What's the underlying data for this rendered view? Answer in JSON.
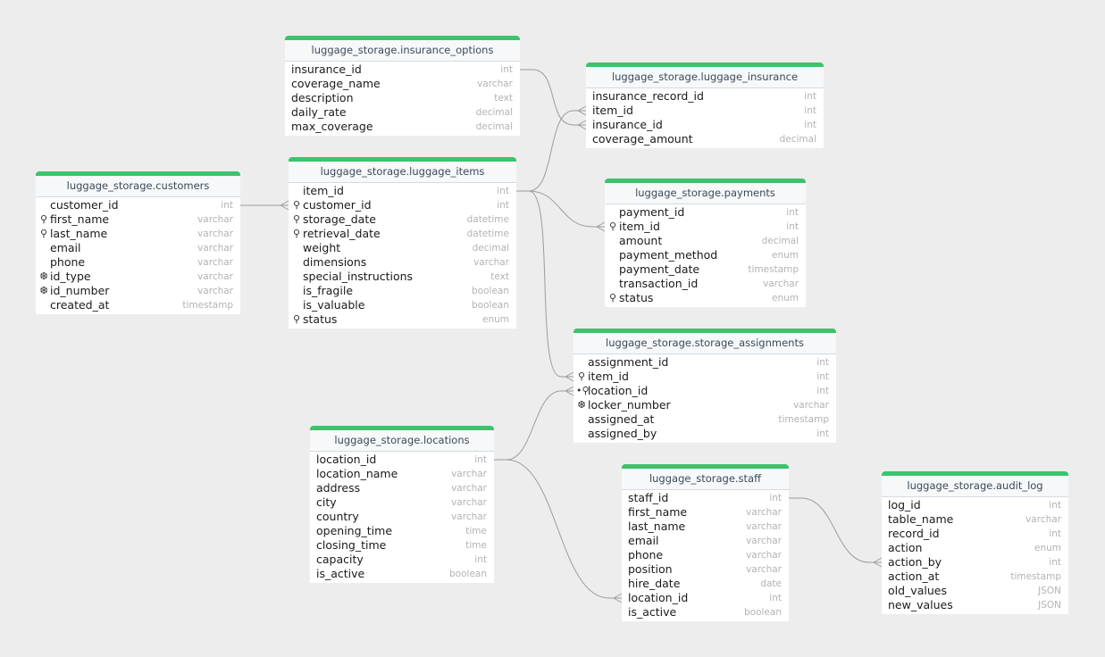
{
  "tables": [
    {
      "id": "insurance_options",
      "name": "luggage_storage.insurance_options",
      "columns": [
        {
          "name": "insurance_id",
          "type": "int",
          "key": ""
        },
        {
          "name": "coverage_name",
          "type": "varchar",
          "key": ""
        },
        {
          "name": "description",
          "type": "text",
          "key": ""
        },
        {
          "name": "daily_rate",
          "type": "decimal",
          "key": ""
        },
        {
          "name": "max_coverage",
          "type": "decimal",
          "key": ""
        }
      ]
    },
    {
      "id": "luggage_insurance",
      "name": "luggage_storage.luggage_insurance",
      "columns": [
        {
          "name": "insurance_record_id",
          "type": "int",
          "key": ""
        },
        {
          "name": "item_id",
          "type": "int",
          "key": ""
        },
        {
          "name": "insurance_id",
          "type": "int",
          "key": ""
        },
        {
          "name": "coverage_amount",
          "type": "decimal",
          "key": ""
        }
      ]
    },
    {
      "id": "customers",
      "name": "luggage_storage.customers",
      "columns": [
        {
          "name": "customer_id",
          "type": "int",
          "key": ""
        },
        {
          "name": "first_name",
          "type": "varchar",
          "key": "index"
        },
        {
          "name": "last_name",
          "type": "varchar",
          "key": "index"
        },
        {
          "name": "email",
          "type": "varchar",
          "key": ""
        },
        {
          "name": "phone",
          "type": "varchar",
          "key": ""
        },
        {
          "name": "id_type",
          "type": "varchar",
          "key": "unique"
        },
        {
          "name": "id_number",
          "type": "varchar",
          "key": "unique"
        },
        {
          "name": "created_at",
          "type": "timestamp",
          "key": ""
        }
      ]
    },
    {
      "id": "luggage_items",
      "name": "luggage_storage.luggage_items",
      "columns": [
        {
          "name": "item_id",
          "type": "int",
          "key": ""
        },
        {
          "name": "customer_id",
          "type": "int",
          "key": "index"
        },
        {
          "name": "storage_date",
          "type": "datetime",
          "key": "index"
        },
        {
          "name": "retrieval_date",
          "type": "datetime",
          "key": "index"
        },
        {
          "name": "weight",
          "type": "decimal",
          "key": ""
        },
        {
          "name": "dimensions",
          "type": "varchar",
          "key": ""
        },
        {
          "name": "special_instructions",
          "type": "text",
          "key": ""
        },
        {
          "name": "is_fragile",
          "type": "boolean",
          "key": ""
        },
        {
          "name": "is_valuable",
          "type": "boolean",
          "key": ""
        },
        {
          "name": "status",
          "type": "enum",
          "key": "index"
        }
      ]
    },
    {
      "id": "payments",
      "name": "luggage_storage.payments",
      "columns": [
        {
          "name": "payment_id",
          "type": "int",
          "key": ""
        },
        {
          "name": "item_id",
          "type": "int",
          "key": "index"
        },
        {
          "name": "amount",
          "type": "decimal",
          "key": ""
        },
        {
          "name": "payment_method",
          "type": "enum",
          "key": ""
        },
        {
          "name": "payment_date",
          "type": "timestamp",
          "key": ""
        },
        {
          "name": "transaction_id",
          "type": "varchar",
          "key": ""
        },
        {
          "name": "status",
          "type": "enum",
          "key": "index"
        }
      ]
    },
    {
      "id": "storage_assignments",
      "name": "luggage_storage.storage_assignments",
      "columns": [
        {
          "name": "assignment_id",
          "type": "int",
          "key": ""
        },
        {
          "name": "item_id",
          "type": "int",
          "key": "index"
        },
        {
          "name": "location_id",
          "type": "int",
          "key": "multi"
        },
        {
          "name": "locker_number",
          "type": "varchar",
          "key": "unique"
        },
        {
          "name": "assigned_at",
          "type": "timestamp",
          "key": ""
        },
        {
          "name": "assigned_by",
          "type": "int",
          "key": ""
        }
      ]
    },
    {
      "id": "locations",
      "name": "luggage_storage.locations",
      "columns": [
        {
          "name": "location_id",
          "type": "int",
          "key": ""
        },
        {
          "name": "location_name",
          "type": "varchar",
          "key": ""
        },
        {
          "name": "address",
          "type": "varchar",
          "key": ""
        },
        {
          "name": "city",
          "type": "varchar",
          "key": ""
        },
        {
          "name": "country",
          "type": "varchar",
          "key": ""
        },
        {
          "name": "opening_time",
          "type": "time",
          "key": ""
        },
        {
          "name": "closing_time",
          "type": "time",
          "key": ""
        },
        {
          "name": "capacity",
          "type": "int",
          "key": ""
        },
        {
          "name": "is_active",
          "type": "boolean",
          "key": ""
        }
      ]
    },
    {
      "id": "staff",
      "name": "luggage_storage.staff",
      "columns": [
        {
          "name": "staff_id",
          "type": "int",
          "key": ""
        },
        {
          "name": "first_name",
          "type": "varchar",
          "key": ""
        },
        {
          "name": "last_name",
          "type": "varchar",
          "key": ""
        },
        {
          "name": "email",
          "type": "varchar",
          "key": ""
        },
        {
          "name": "phone",
          "type": "varchar",
          "key": ""
        },
        {
          "name": "position",
          "type": "varchar",
          "key": ""
        },
        {
          "name": "hire_date",
          "type": "date",
          "key": ""
        },
        {
          "name": "location_id",
          "type": "int",
          "key": ""
        },
        {
          "name": "is_active",
          "type": "boolean",
          "key": ""
        }
      ]
    },
    {
      "id": "audit_log",
      "name": "luggage_storage.audit_log",
      "columns": [
        {
          "name": "log_id",
          "type": "int",
          "key": ""
        },
        {
          "name": "table_name",
          "type": "varchar",
          "key": ""
        },
        {
          "name": "record_id",
          "type": "int",
          "key": ""
        },
        {
          "name": "action",
          "type": "enum",
          "key": ""
        },
        {
          "name": "action_by",
          "type": "int",
          "key": ""
        },
        {
          "name": "action_at",
          "type": "timestamp",
          "key": ""
        },
        {
          "name": "old_values",
          "type": "JSON",
          "key": ""
        },
        {
          "name": "new_values",
          "type": "JSON",
          "key": ""
        }
      ]
    }
  ],
  "relationships": [
    {
      "from": "insurance_options.insurance_id",
      "to": "luggage_insurance.insurance_id",
      "cardinality": "one-to-many"
    },
    {
      "from": "luggage_items.item_id",
      "to": "luggage_insurance.item_id",
      "cardinality": "one-to-many"
    },
    {
      "from": "customers.customer_id",
      "to": "luggage_items.customer_id",
      "cardinality": "one-to-many"
    },
    {
      "from": "luggage_items.item_id",
      "to": "payments.item_id",
      "cardinality": "one-to-many"
    },
    {
      "from": "luggage_items.item_id",
      "to": "storage_assignments.item_id",
      "cardinality": "one-to-many"
    },
    {
      "from": "locations.location_id",
      "to": "storage_assignments.location_id",
      "cardinality": "one-to-many"
    },
    {
      "from": "locations.location_id",
      "to": "staff.location_id",
      "cardinality": "one-to-many"
    },
    {
      "from": "staff.staff_id",
      "to": "audit_log.action_by",
      "cardinality": "one-to-many"
    }
  ],
  "icons": {
    "index": "key-icon",
    "unique": "unique-key-icon",
    "multi": "composite-key-icon"
  },
  "colors": {
    "header_accent": "#3cc36c",
    "canvas": "#ededed",
    "connector": "#9c9c9c"
  }
}
